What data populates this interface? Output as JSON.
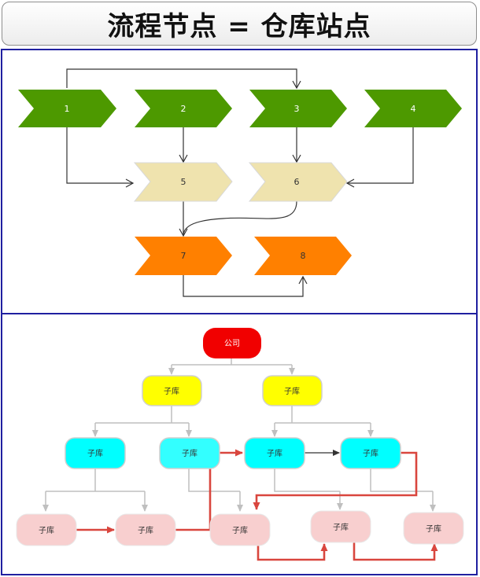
{
  "title": "流程节点 = 仓库站点",
  "colors": {
    "green": "#4d9900",
    "beige": "#efe3ae",
    "orange": "#ff8000",
    "company": "#f10000",
    "yellow": "#ffff00",
    "cyan": "#00ffff",
    "pink": "#f8cfcf",
    "red_arrow": "#d9463e",
    "gray_line": "#bfbfbf"
  },
  "flow": {
    "nodes": [
      "1",
      "2",
      "3",
      "4",
      "5",
      "6",
      "7",
      "8"
    ]
  },
  "tree": {
    "company": "公司",
    "level1": [
      "子库",
      "子库"
    ],
    "level2": [
      "子库",
      "子库",
      "子库",
      "子库"
    ],
    "level3": [
      "子库",
      "子库",
      "子库",
      "子库",
      "子库"
    ]
  }
}
